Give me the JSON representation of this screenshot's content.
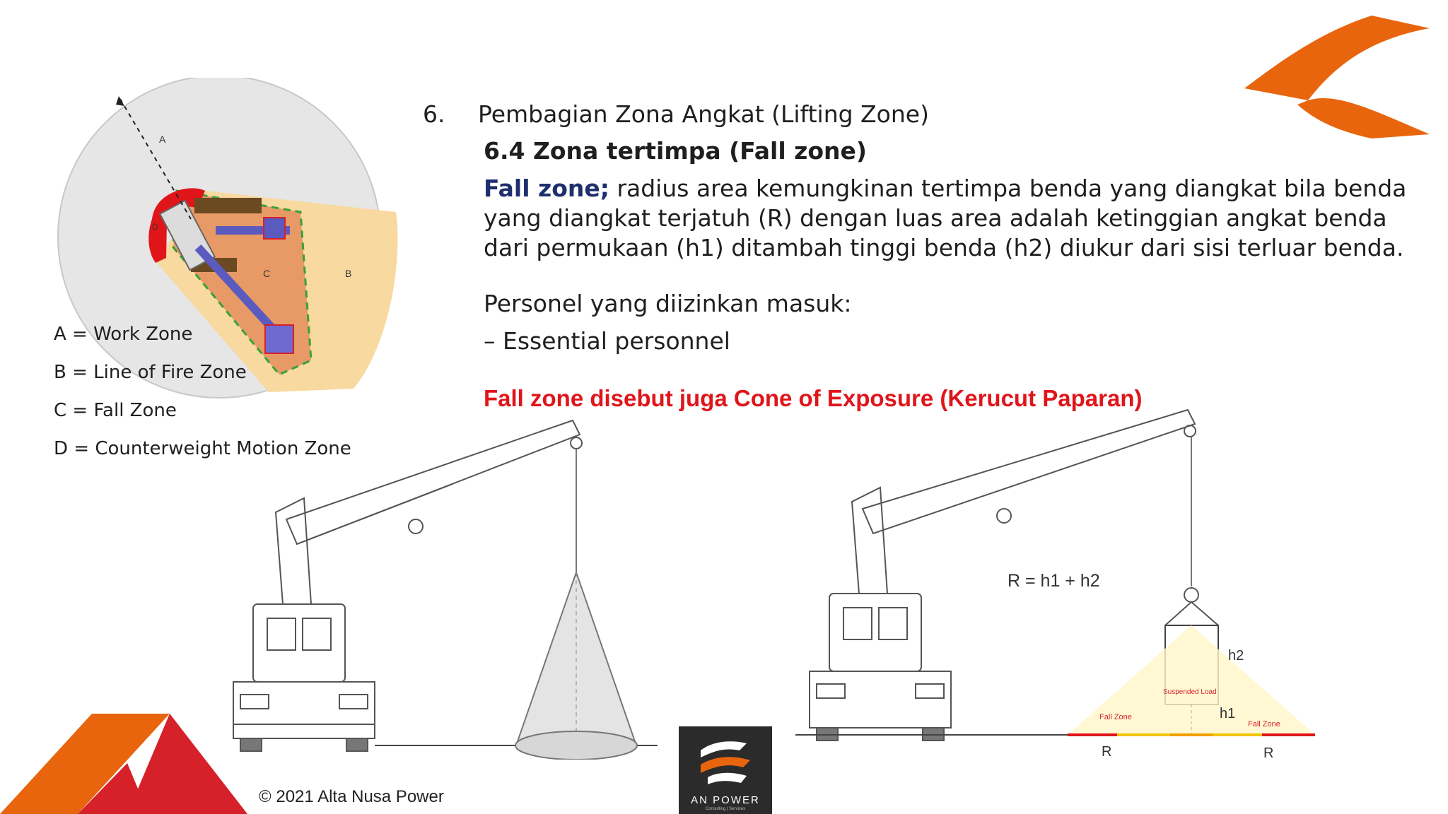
{
  "slide": {
    "section_number": "6.",
    "section_title": "Pembagian Zona Angkat (Lifting Zone)",
    "subsection_title": "6.4 Zona tertimpa (Fall zone)",
    "definition_term": "Fall zone;",
    "definition_text": " radius area kemungkinan tertimpa benda yang diangkat bila benda yang diangkat terjatuh (R) dengan luas area adalah ketinggian angkat benda dari permukaan (h1) ditambah tinggi benda (h2) diukur dari sisi terluar benda.",
    "allowed_heading": "Personel yang diizinkan masuk:",
    "allowed_item": "– Essential personnel",
    "note": "Fall zone disebut juga Cone of Exposure (Kerucut Paparan)"
  },
  "zone_diagram": {
    "labels": {
      "a": "A",
      "b": "B",
      "c": "C",
      "d": "D"
    },
    "legend": [
      "A = Work Zone",
      "B = Line of Fire Zone",
      "C = Fall Zone",
      "D = Counterweight Motion Zone"
    ]
  },
  "crane_diagram": {
    "formula": "R = h1 + h2",
    "h1": "h1",
    "h2": "h2",
    "r_left": "R",
    "r_right": "R",
    "fall_zone_left": "Fall Zone",
    "fall_zone_right": "Fall Zone",
    "suspended_load": "Suspended Load"
  },
  "footer": {
    "copyright": "© 2021 Alta Nusa Power",
    "logo_text": "AN POWER",
    "logo_subtext": "Consulting | Services"
  },
  "colors": {
    "brand_orange": "#e8650d",
    "brand_red": "#d6202a",
    "term_blue": "#1f2f6e",
    "note_red": "#e0151a"
  }
}
